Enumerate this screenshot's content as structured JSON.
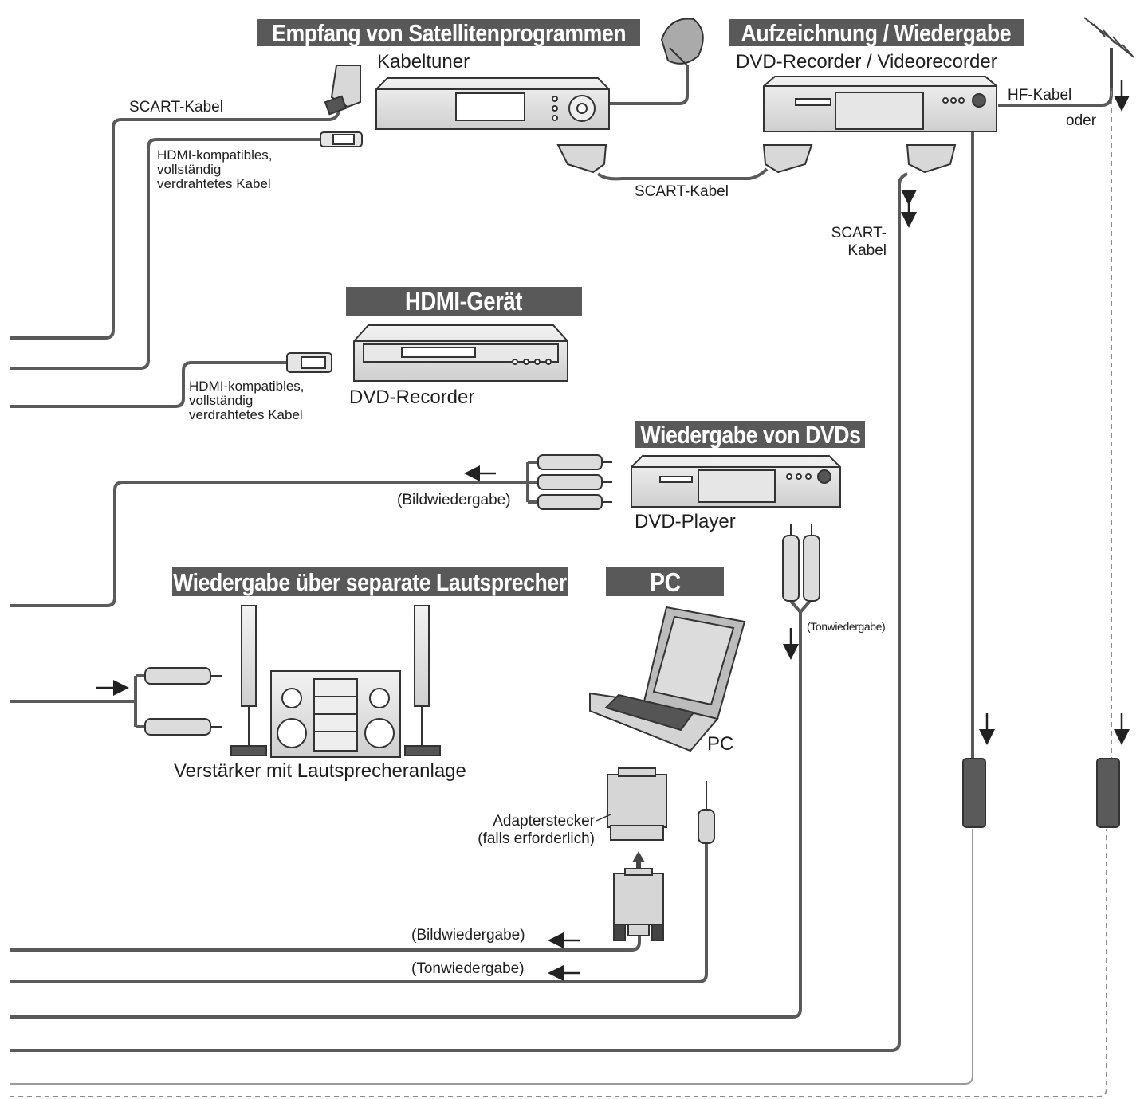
{
  "headers": {
    "satellite": "Empfang von Satellitenprogrammen",
    "recording": "Aufzeichnung / Wiedergabe",
    "hdmi_device": "HDMI-Gerät",
    "dvd_playback": "Wiedergabe von DVDs",
    "speakers": "Wiedergabe über separate Lautsprecher",
    "pc": "PC"
  },
  "devices": {
    "cable_tuner": "Kabeltuner",
    "dvd_vcr": "DVD-Recorder / Videorecorder",
    "hdmi_dvd_recorder": "DVD-Recorder",
    "dvd_player": "DVD-Player",
    "amplifier": "Verstärker mit Lautsprecheranlage",
    "pc": "PC"
  },
  "cables": {
    "scart_tuner": "SCART-Kabel",
    "hdmi_tuner_1": "HDMI-kompatibles,",
    "hdmi_tuner_2": "vollständig",
    "hdmi_tuner_3": "verdrahtetes Kabel",
    "scart_between": "SCART-Kabel",
    "scart_recorder_1": "SCART-",
    "scart_recorder_2": "Kabel",
    "hf_cable": "HF-Kabel",
    "oder": "oder",
    "hdmi_device_1": "HDMI-kompatibles,",
    "hdmi_device_2": "vollständig",
    "hdmi_device_3": "verdrahtetes Kabel",
    "dvd_video": "(Bildwiedergabe)",
    "dvd_audio": "(Tonwiedergabe)",
    "adapter_1": "Adapterstecker",
    "adapter_2": "(falls erforderlich)",
    "pc_video": "(Bildwiedergabe)",
    "pc_audio": "(Tonwiedergabe)"
  }
}
